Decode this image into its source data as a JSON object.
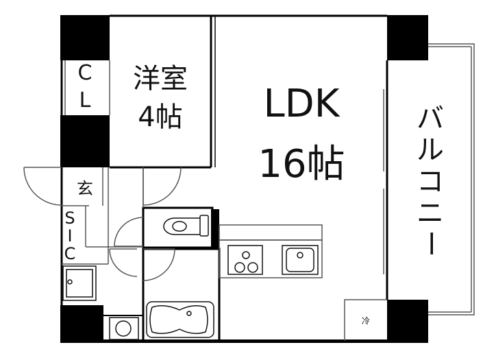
{
  "floorplan": {
    "rooms": {
      "western": {
        "name": "洋室",
        "size": "4帖"
      },
      "ldk": {
        "name": "LDK",
        "size": "16帖"
      },
      "closet": {
        "line1": "C",
        "line2": "L"
      },
      "entrance": {
        "name": "玄"
      },
      "sic": {
        "line1": "S",
        "line2": "I",
        "line3": "C"
      },
      "balcony": {
        "chars": [
          "バ",
          "ル",
          "コ",
          "ニ",
          "ー"
        ]
      },
      "fridge": {
        "name": "冷"
      }
    },
    "colors": {
      "wall": "#000000",
      "line": "#555555",
      "background": "#ffffff"
    }
  }
}
